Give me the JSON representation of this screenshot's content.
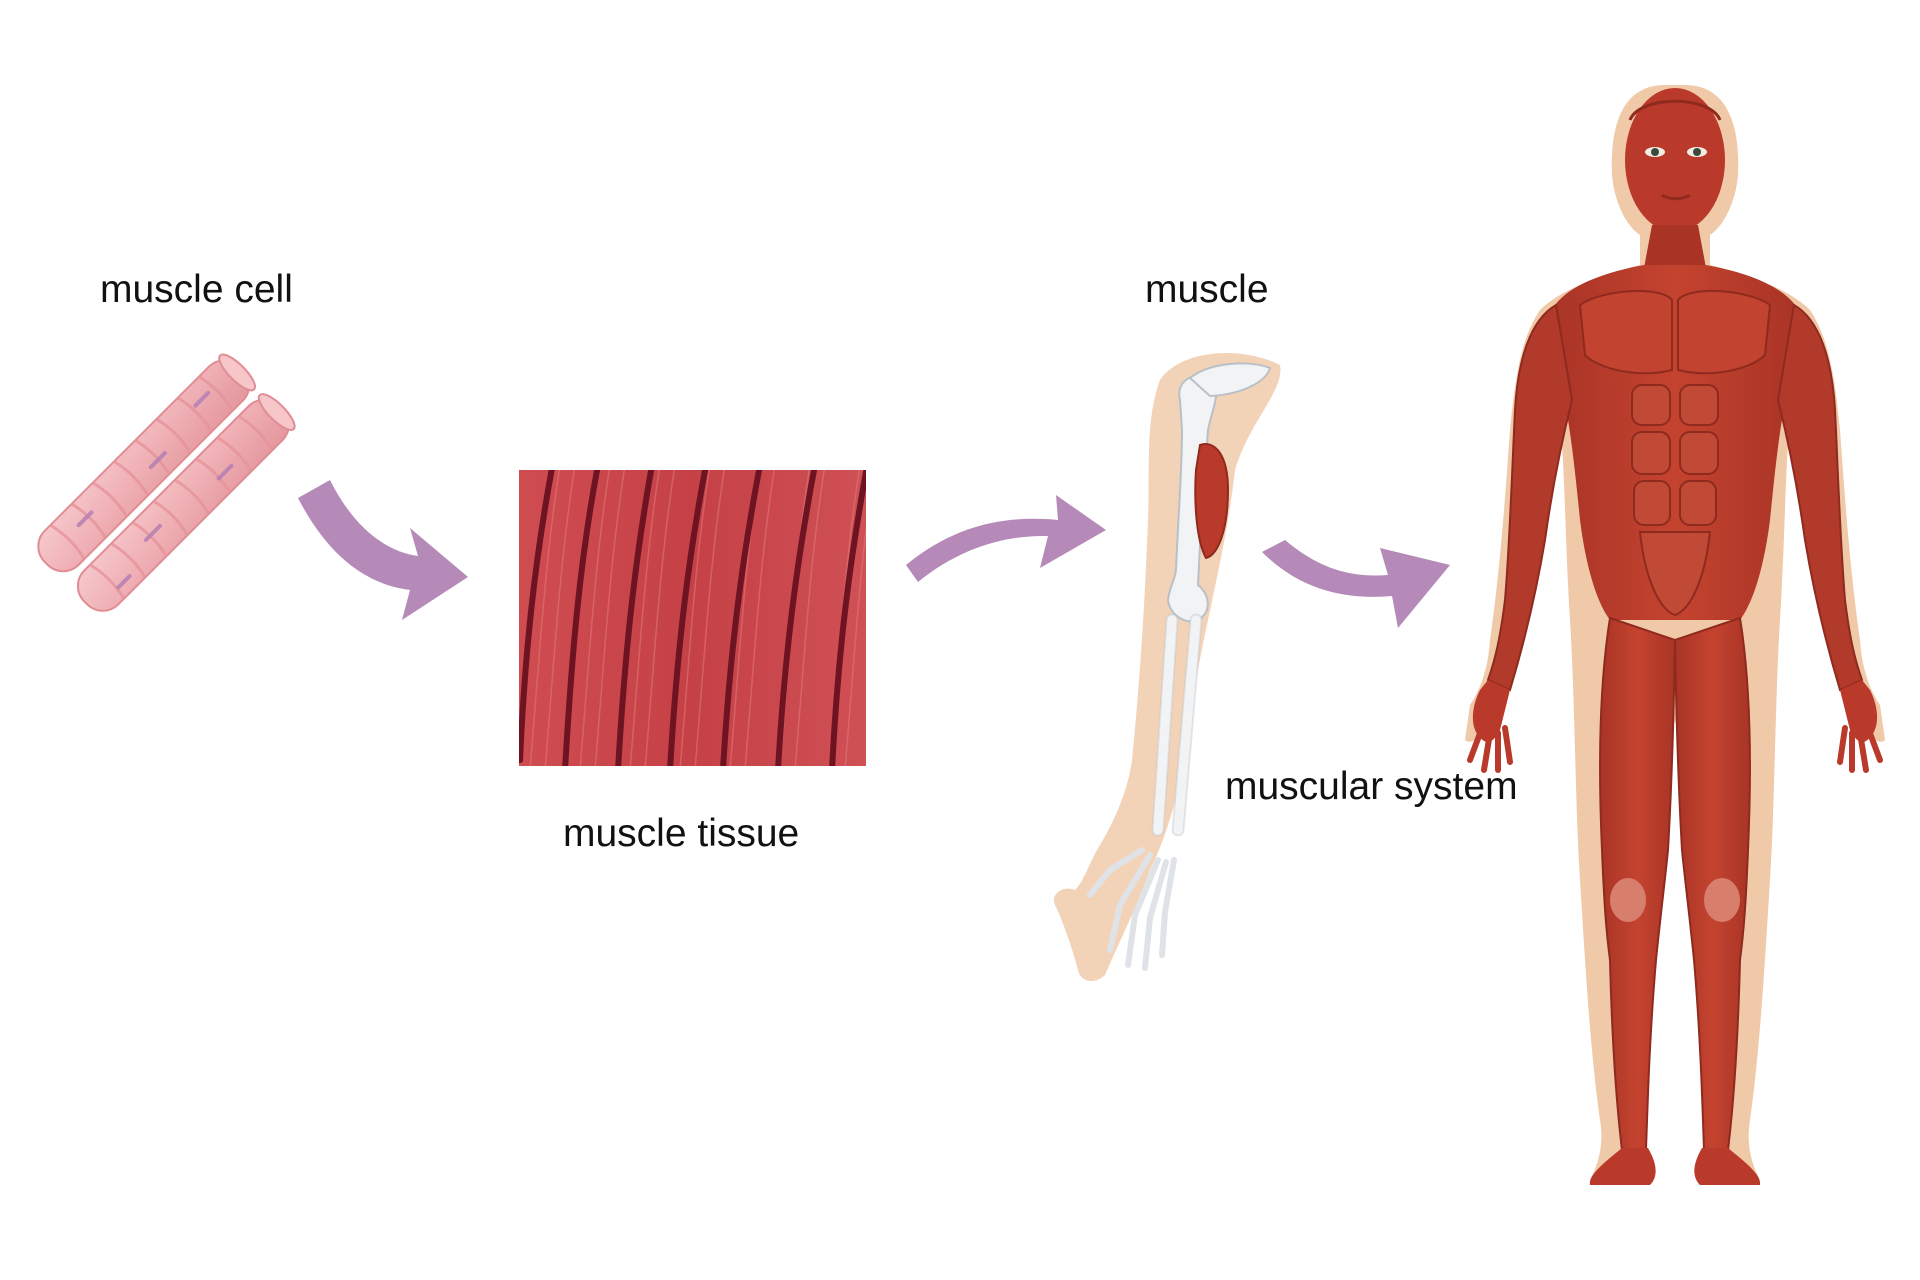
{
  "diagram": {
    "stages": [
      {
        "id": "cell",
        "label": "muscle cell"
      },
      {
        "id": "tissue",
        "label": "muscle tissue"
      },
      {
        "id": "organ",
        "label": "muscle"
      },
      {
        "id": "system",
        "label": "muscular system"
      }
    ],
    "arrows": [
      {
        "from": "cell",
        "to": "tissue"
      },
      {
        "from": "tissue",
        "to": "organ"
      },
      {
        "from": "organ",
        "to": "system"
      }
    ]
  },
  "colors": {
    "arrow": "#b58ab8",
    "cell_fill": "#f1b8bc",
    "cell_band": "#e89aa1",
    "cell_nucleus": "#b57fb3",
    "tissue_bg": "#c9444a",
    "tissue_line": "#6e1322",
    "muscle_red": "#b9392a",
    "muscle_dark": "#8f2a1e",
    "skin": "#f3d3b8",
    "bone": "#f2f3f4",
    "bone_outline": "#b9c0c7",
    "text": "#111111"
  }
}
